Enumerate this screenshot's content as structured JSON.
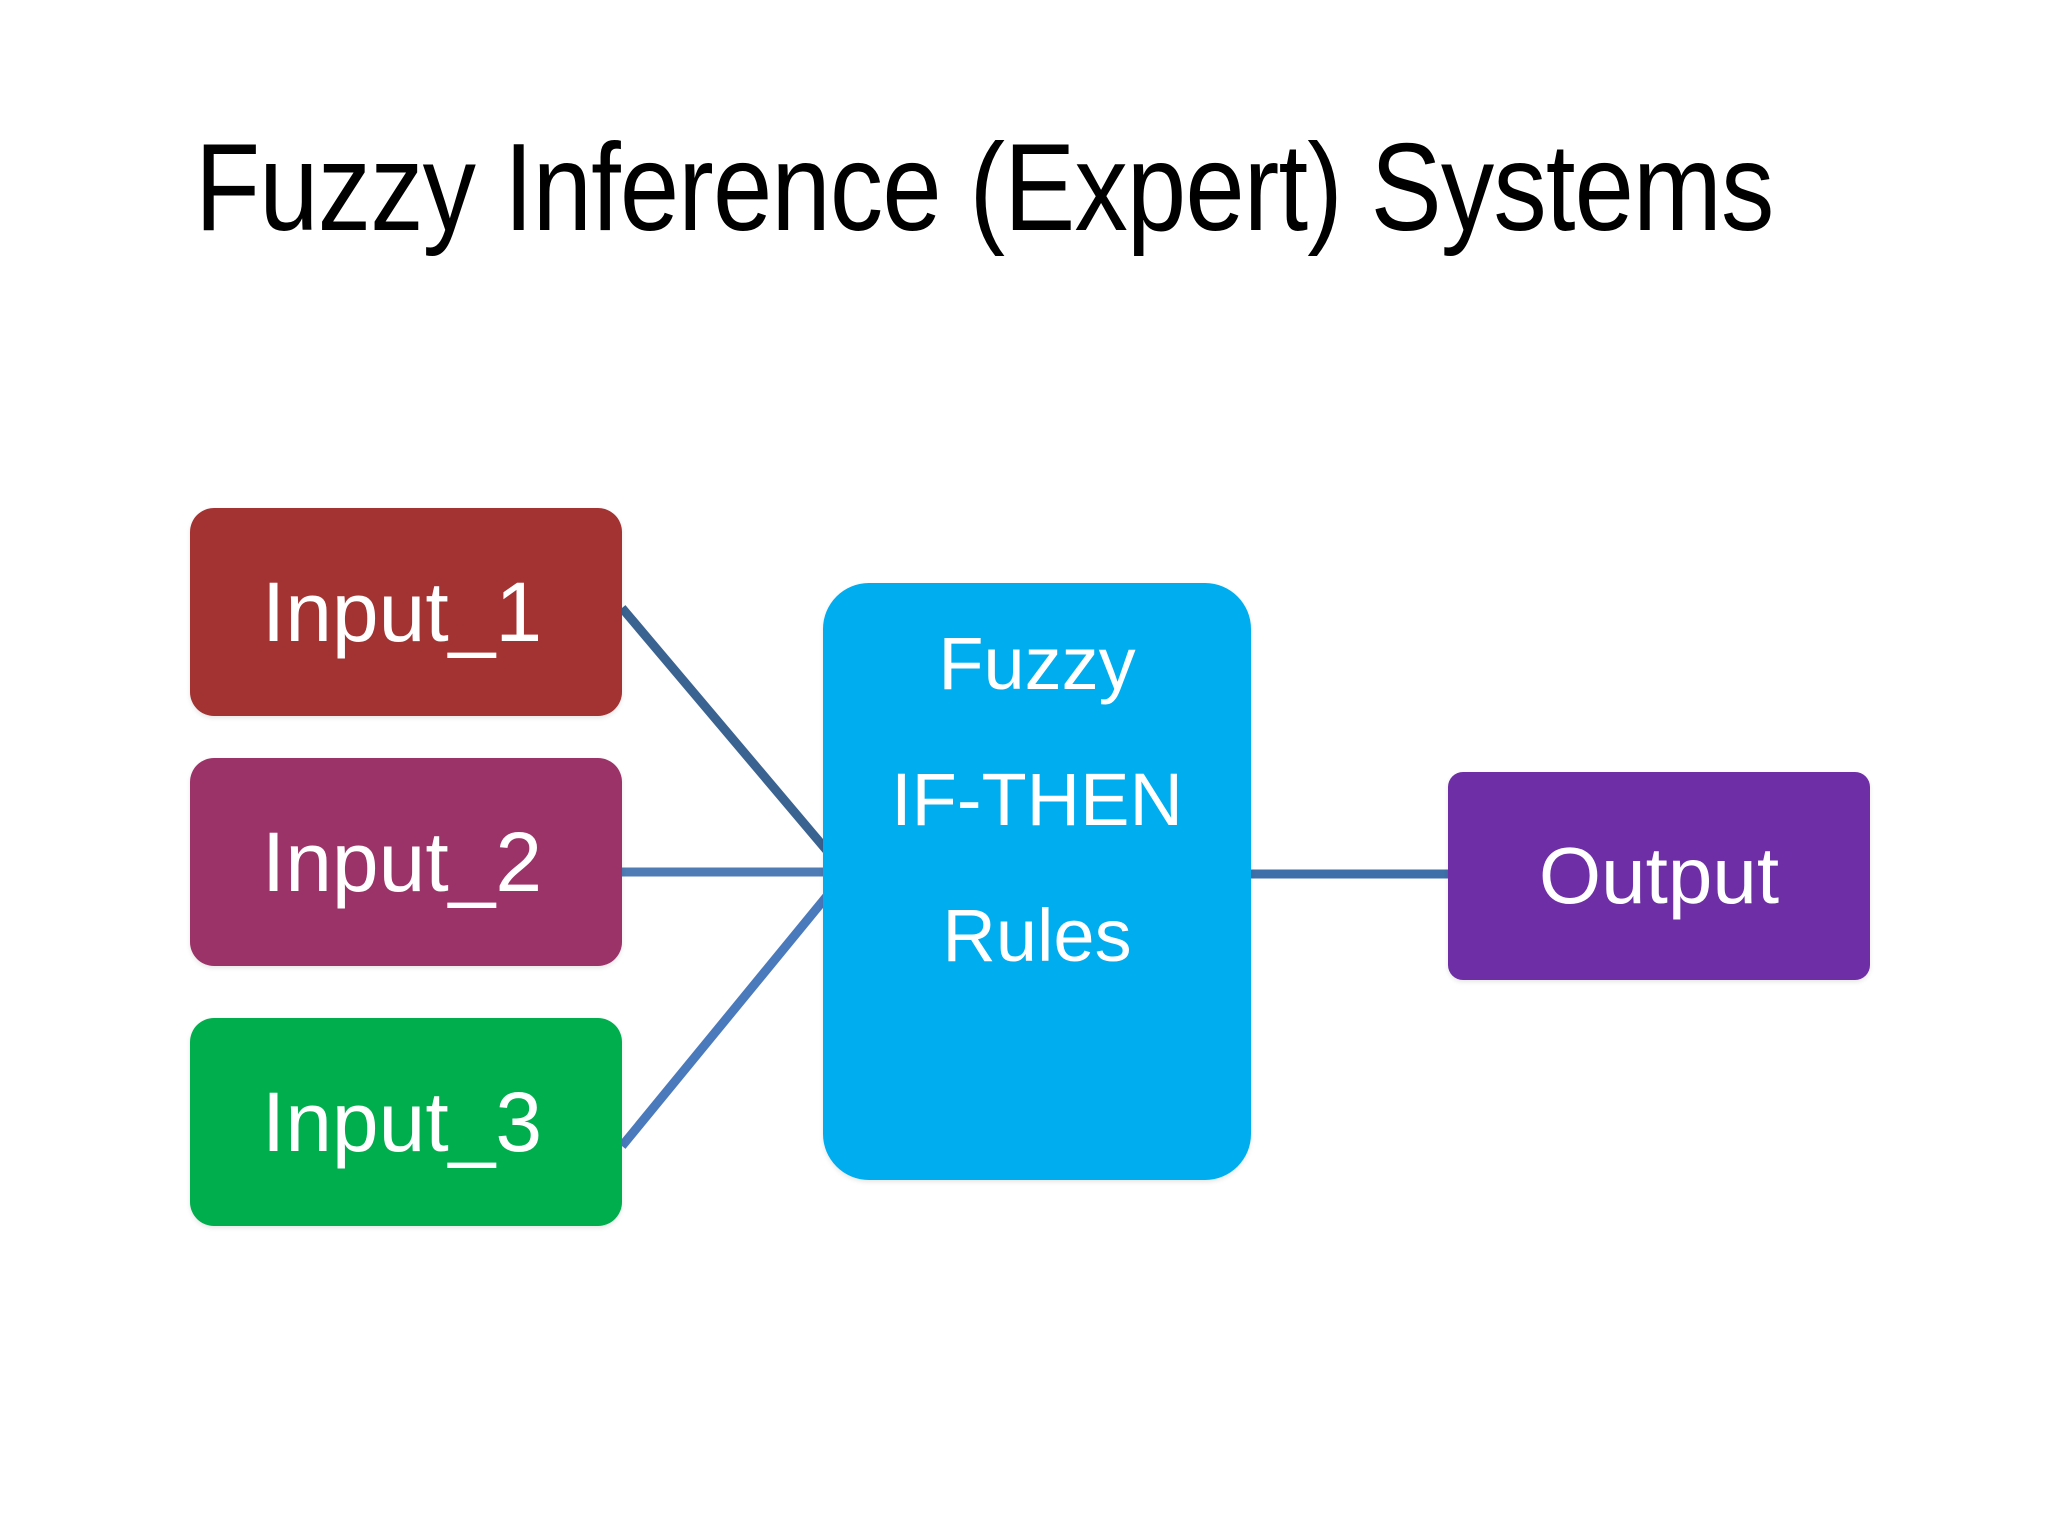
{
  "slide": {
    "title": "Fuzzy Inference (Expert) Systems",
    "background_color": "#FFFFFF"
  },
  "diagram": {
    "type": "flow-diagram",
    "inputs": [
      {
        "id": "input_1",
        "label": "Input_1",
        "color": "#A33232"
      },
      {
        "id": "input_2",
        "label": "Input_2",
        "color": "#9C3368"
      },
      {
        "id": "input_3",
        "label": "Input_3",
        "color": "#00AE4D"
      }
    ],
    "processor": {
      "id": "fuzzy_rules",
      "color": "#00ADEE",
      "lines": [
        "Fuzzy",
        "IF-THEN",
        "Rules"
      ]
    },
    "output": {
      "id": "output",
      "label": "Output",
      "color": "#6E2EA6"
    },
    "connector_color": "#3F6FA8",
    "connections": [
      {
        "from": "input_1",
        "to": "fuzzy_rules"
      },
      {
        "from": "input_2",
        "to": "fuzzy_rules"
      },
      {
        "from": "input_3",
        "to": "fuzzy_rules"
      },
      {
        "from": "fuzzy_rules",
        "to": "output"
      }
    ]
  }
}
